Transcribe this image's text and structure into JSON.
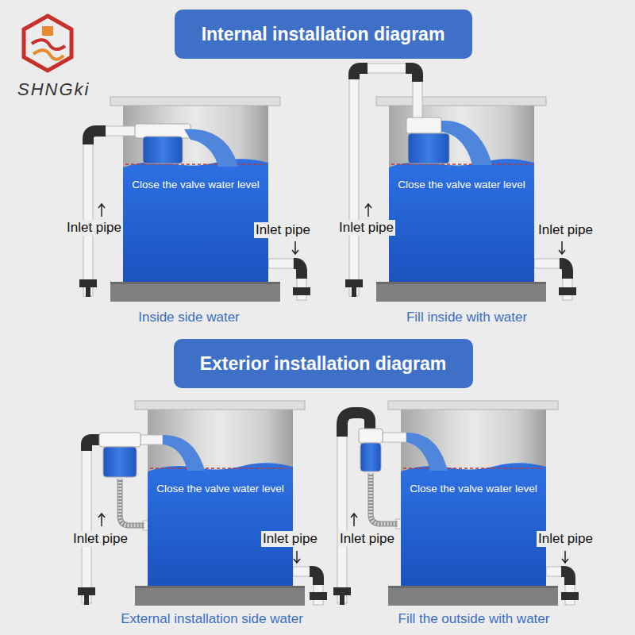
{
  "diagram": {
    "nodes": [
      {
        "text": [
          "Internal installation diagram"
        ]
      },
      {
        "text": [
          "Close the valve water level"
        ]
      },
      {
        "text": [
          "Close the valve water level"
        ]
      },
      {
        "text": [
          "Exterior installation diagram"
        ]
      },
      {
        "text": [
          "Close the valve water level"
        ]
      },
      {
        "text": [
          "Close the valve water level"
        ]
      }
    ],
    "labels": [
      "SHNGki",
      "Inlet pipe",
      "Inlet pipe",
      "Inside side water",
      "Inlet pipe",
      "Inlet pipe",
      "Fill inside with water",
      "Inlet pipe",
      "Inlet pipe",
      "External installation side water",
      "Inlet pipe",
      "Inlet pipe",
      "Fill the outside with water"
    ]
  }
}
